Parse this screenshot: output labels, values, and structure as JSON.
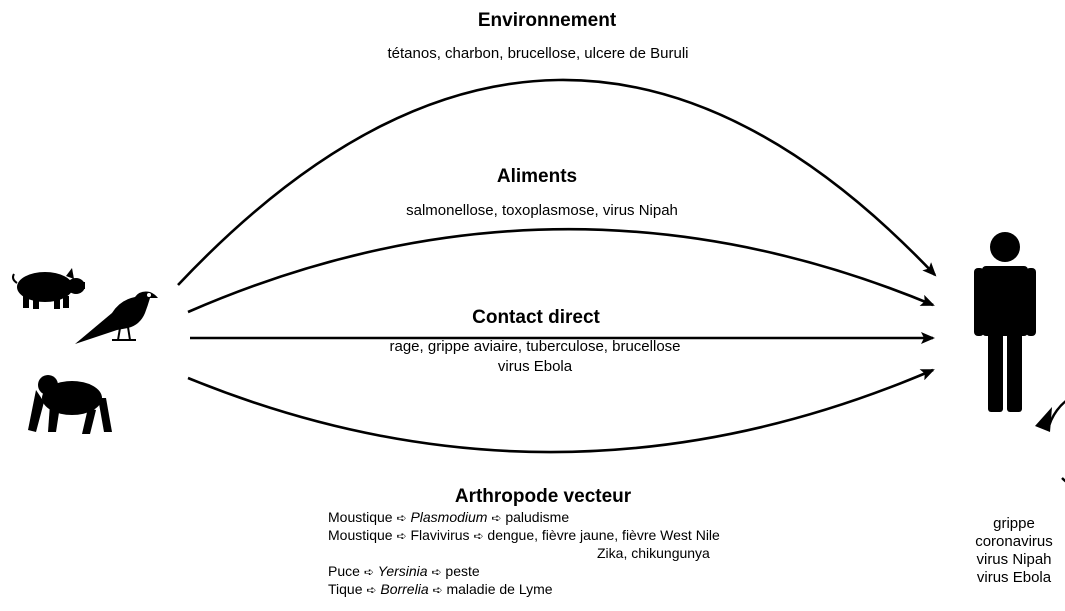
{
  "routes": {
    "environment": {
      "title": "Environnement",
      "diseases": "tétanos, charbon, brucellose, ulcere de Buruli"
    },
    "food": {
      "title": "Aliments",
      "diseases": "salmonellose, toxoplasmose, virus Nipah"
    },
    "direct_contact": {
      "title": "Contact direct",
      "diseases_line1": "rage, grippe aviaire, tuberculose, brucellose",
      "diseases_line2": "virus Ebola"
    },
    "vector": {
      "title": "Arthropode vecteur",
      "arrow_glyph": "➪",
      "chains": [
        {
          "vector": "Moustique",
          "agent": "Plasmodium",
          "agent_italic": true,
          "disease": "paludisme"
        },
        {
          "vector": "Moustique",
          "agent": "Flavivirus",
          "agent_italic": false,
          "disease": "dengue, fièvre jaune, fièvre West Nile",
          "disease_cont": "Zika, chikungunya"
        },
        {
          "vector": "Puce",
          "agent": "Yersinia",
          "agent_italic": true,
          "disease": "peste"
        },
        {
          "vector": "Tique",
          "agent": "Borrelia",
          "agent_italic": true,
          "disease": "maladie de Lyme"
        }
      ]
    }
  },
  "human_to_human": {
    "lines": [
      "grippe",
      "coronavirus",
      "virus Nipah",
      "virus Ebola"
    ]
  },
  "icons": {
    "animals": [
      "pig-icon",
      "bird-icon",
      "chimpanzee-icon"
    ],
    "target": "human-icon"
  },
  "colors": {
    "ink": "#000000",
    "background": "#ffffff"
  }
}
